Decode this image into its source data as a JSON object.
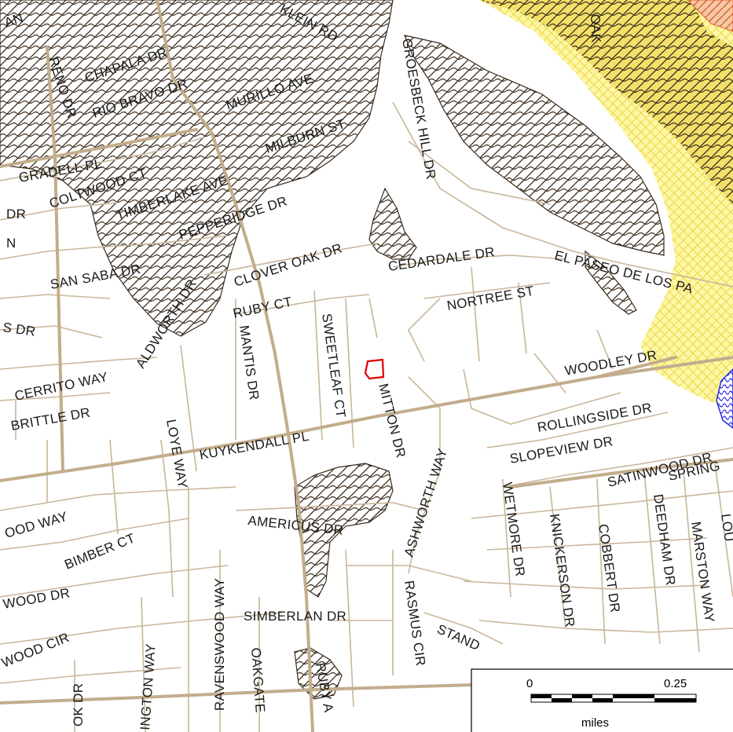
{
  "map": {
    "colors": {
      "background": "#ffffff",
      "road": "#c9b69a",
      "major_road": "#c2ad8c",
      "hatch": "#3a2a1c",
      "yellow_zone": "#fff7a6",
      "yellow_hatch": "#e8d84a",
      "orange_zone": "#e06030",
      "blue_zone": "#2a2ae0",
      "site_outline": "#dd0000"
    },
    "streets": [
      "CHAPALA DR",
      "RIO BRAVO DR",
      "RENO DR",
      "KLEIN RD",
      "GROESBECK HILL DR",
      "MURILLO AVE",
      "MILBURN ST",
      "GRADELL PL",
      "COLTWOOD CT",
      "TIMBERLAKE AVE",
      "PEPPERIDGE DR",
      "SAN SABA DR",
      "CLOVER OAK DR",
      "CEDARDALE DR",
      "EL PASEO DE LOS PA",
      "NORTREE ST",
      "RUBY CT",
      "ALDWORTH DR",
      "MANTIS DR",
      "SWEETLEAF CT",
      "MITTON DR",
      "WOODLEY DR",
      "CERRITO WAY",
      "BRITTLE DR",
      "ROLLINGSIDE DR",
      "KUYKENDALL PL",
      "LOYE WAY",
      "ASHWORTH WAY",
      "SLOPEVIEW DR",
      "SATINWOOD DR",
      "SPRING",
      "OOD WAY",
      "BIMBER CT",
      "AMERICUS DR",
      "WETMORE DR",
      "KNICKERSON DR",
      "COBBERT DR",
      "DEEDHAM DR",
      "MARSTON WAY",
      "LOU",
      "WOOD DR",
      "RAVENSWOOD WAY",
      "RASMUS CIR",
      "SIMBERLAN DR",
      "STAND",
      "WOOD CIR",
      "INGTON WAY",
      "OAKGATE",
      "RUBY A",
      "OK DR",
      "DR",
      "N",
      "S DR",
      "AN",
      "OAK"
    ],
    "scale_bar": {
      "start_label": "0",
      "end_label": "0.25",
      "unit_label": "miles"
    }
  }
}
